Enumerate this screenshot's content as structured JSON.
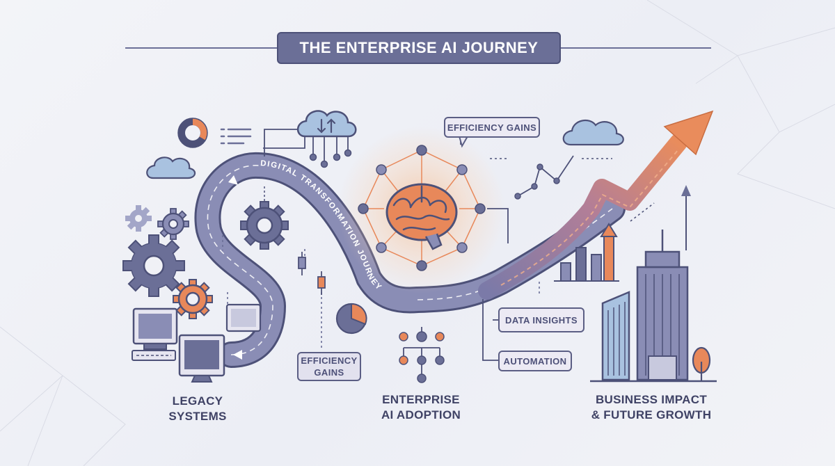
{
  "title": "THE ENTERPRISE AI JOURNEY",
  "path_label": "DIGITAL TRANSFORMATION JOURNEY",
  "callouts": {
    "efficiency_gains_top": "EFFICIENCY GAINS",
    "efficiency_gains_bottom_line1": "EFFICIENCY",
    "efficiency_gains_bottom_line2": "GAINS",
    "data_insights": "DATA INSIGHTS",
    "automation": "AUTOMATION"
  },
  "stages": {
    "legacy": {
      "line1": "LEGACY",
      "line2": "SYSTEMS"
    },
    "adoption": {
      "line1": "ENTERPRISE",
      "line2": "AI ADOPTION"
    },
    "impact": {
      "line1": "BUSINESS IMPACT",
      "line2": "& FUTURE GROWTH"
    }
  },
  "colors": {
    "navy": "#4d5178",
    "purple": "#6b6f97",
    "path": "#7a7ea8",
    "orange": "#e8885a",
    "light_blue": "#a9c2e0",
    "background": "#f0f1f6"
  }
}
